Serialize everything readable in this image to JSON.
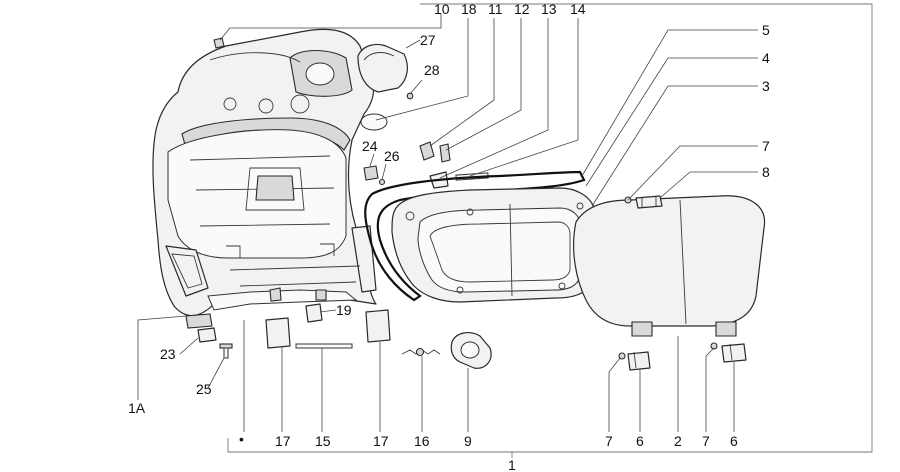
{
  "callouts": {
    "c10": "10",
    "c18": "18",
    "c11": "11",
    "c12": "12",
    "c13": "13",
    "c14": "14",
    "c5": "5",
    "c4": "4",
    "c3": "3",
    "c7a": "7",
    "c8": "8",
    "c27": "27",
    "c28": "28",
    "c24": "24",
    "c26": "26",
    "c19": "19",
    "c23": "23",
    "c25": "25",
    "c1A": "1A",
    "b17a": "17",
    "b15": "15",
    "b17b": "17",
    "b16": "16",
    "b9": "9",
    "b7a": "7",
    "b6a": "6",
    "b2": "2",
    "b7b": "7",
    "b6b": "6",
    "c1": "1"
  },
  "marker": "•"
}
